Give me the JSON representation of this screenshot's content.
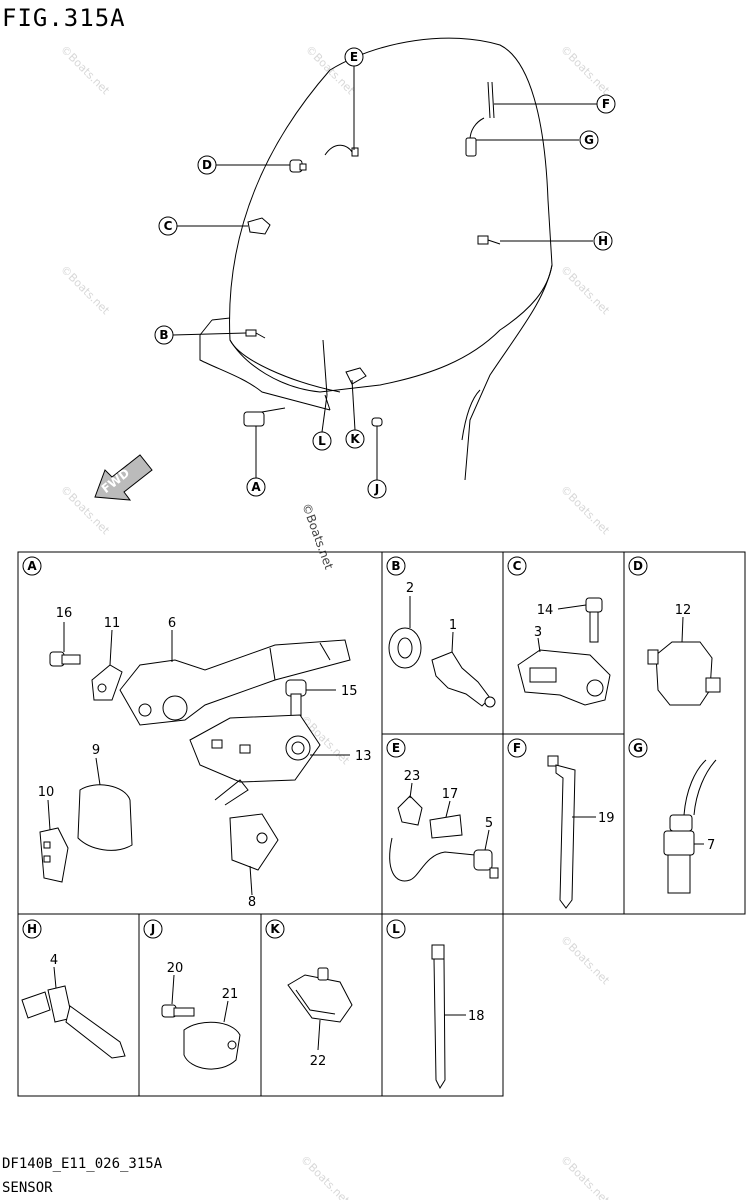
{
  "figure": {
    "title": "FIG.315A",
    "code": "DF140B_E11_026_315A",
    "name": "SENSOR",
    "fwd_label": "FWD",
    "watermark": "©Boats.net"
  },
  "overview_callouts": [
    "A",
    "B",
    "C",
    "D",
    "E",
    "F",
    "G",
    "H",
    "J",
    "K",
    "L"
  ],
  "panels": [
    {
      "letter": "A",
      "parts": [
        "16",
        "11",
        "6",
        "15",
        "9",
        "13",
        "10",
        "8"
      ]
    },
    {
      "letter": "B",
      "parts": [
        "2",
        "1"
      ]
    },
    {
      "letter": "C",
      "parts": [
        "14",
        "3"
      ]
    },
    {
      "letter": "D",
      "parts": [
        "12"
      ]
    },
    {
      "letter": "E",
      "parts": [
        "23",
        "17",
        "5"
      ]
    },
    {
      "letter": "F",
      "parts": [
        "19"
      ]
    },
    {
      "letter": "G",
      "parts": [
        "7"
      ]
    },
    {
      "letter": "H",
      "parts": [
        "4"
      ]
    },
    {
      "letter": "J",
      "parts": [
        "20",
        "21"
      ]
    },
    {
      "letter": "K",
      "parts": [
        "22"
      ]
    },
    {
      "letter": "L",
      "parts": [
        "18"
      ]
    }
  ],
  "colors": {
    "line": "#000000",
    "watermark": "#d8d8d8",
    "background": "#ffffff"
  }
}
